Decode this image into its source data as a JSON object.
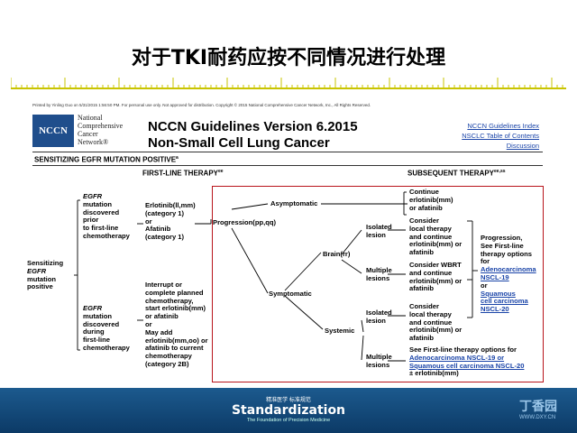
{
  "slide_title": "对于TKI耐药应按不同情况进行处理",
  "colors": {
    "accent_ruler": "#c9c400",
    "red_box": "#b8141b",
    "link": "#1a44a8",
    "nccn_blue": "#1f4e8c",
    "footer": "#1c5a8e"
  },
  "doc": {
    "printed_line": "Printed by Yinling Guo on 5/31/2015 1:56:50 PM. For personal use only. Not approved for distribution. Copyright © 2015 National Comprehensive Cancer Network, Inc., All Rights Reserved.",
    "logo_text": "NCCN",
    "org_name": [
      "National",
      "Comprehensive",
      "Cancer",
      "Network®"
    ],
    "title_line1": "NCCN Guidelines Version 6.2015",
    "title_line2": "Non-Small Cell Lung Cancer",
    "links": [
      "NCCN Guidelines Index",
      "NSCLC Table of Contents",
      "Discussion"
    ],
    "section_heading": "SENSITIZING EGFR MUTATION POSITIVE",
    "section_heading_sup": "a",
    "col_first_line": "FIRST-LINE THERAPY",
    "col_first_line_sup": "ee",
    "col_subsequent": "SUBSEQUENT THERAPY",
    "col_subsequent_sup": "ee,ss"
  },
  "nodes": {
    "root": [
      "Sensitizing",
      "EGFR",
      "mutation",
      "positive"
    ],
    "discovered_prior": [
      "EGFR",
      "mutation",
      "discovered",
      "prior",
      "to first-line",
      "chemotherapy"
    ],
    "discovered_during": [
      "EGFR",
      "mutation",
      "discovered",
      "during",
      "first-line",
      "chemotherapy"
    ],
    "tx_prior": [
      "Erlotinib(ll,mm)",
      "(category 1)",
      "or",
      "Afatinib",
      "(category 1)"
    ],
    "tx_during": [
      "Interrupt or",
      "complete planned",
      "chemotherapy,",
      "start erlotinib(mm)",
      "or afatinib",
      "or",
      "May add",
      "erlotinib(mm,oo) or",
      "afatinib to current",
      "chemotherapy",
      "(category 2B)"
    ],
    "progression": "Progression(pp,qq)",
    "asymptomatic": "Asymptomatic",
    "symptomatic": "Symptomatic",
    "brain": "Brain(rr)",
    "systemic": "Systemic",
    "isolated": [
      "Isolated",
      "lesion"
    ],
    "multiple": [
      "Multiple",
      "lesions"
    ],
    "continue": [
      "Continue",
      "erlotinib(mm)",
      "or afatinib"
    ],
    "brain_isolated_tx": [
      "Consider",
      "local therapy",
      "and continue",
      "erlotinib(mm) or",
      "afatinib"
    ],
    "brain_multiple_tx": [
      "Consider WBRT",
      "and continue",
      "erlotinib(mm) or",
      "afatinib"
    ],
    "sys_isolated_tx": [
      "Consider",
      "local therapy",
      "and continue",
      "erlotinib(mm) or",
      "afatinib"
    ],
    "sys_multiple_tx": [
      "See First-line therapy options for",
      "Adenocarcinoma NSCL-19 or",
      "Squamous cell carcinoma NSCL-20",
      "± erlotinib(mm)"
    ],
    "progression_final": [
      "Progression,",
      "See First-line",
      "therapy options",
      "for",
      "Adenocarcinoma",
      "NSCL-19",
      "or",
      "Squamous",
      "cell carcinoma",
      "NSCL-20"
    ]
  },
  "footer": {
    "tagline": "精准医学 标准规范",
    "brand": "Standardization",
    "sub": "The Foundation of Precision Medicine",
    "watermark": "丁香园",
    "watermark_url": "WWW.DXY.CN"
  }
}
